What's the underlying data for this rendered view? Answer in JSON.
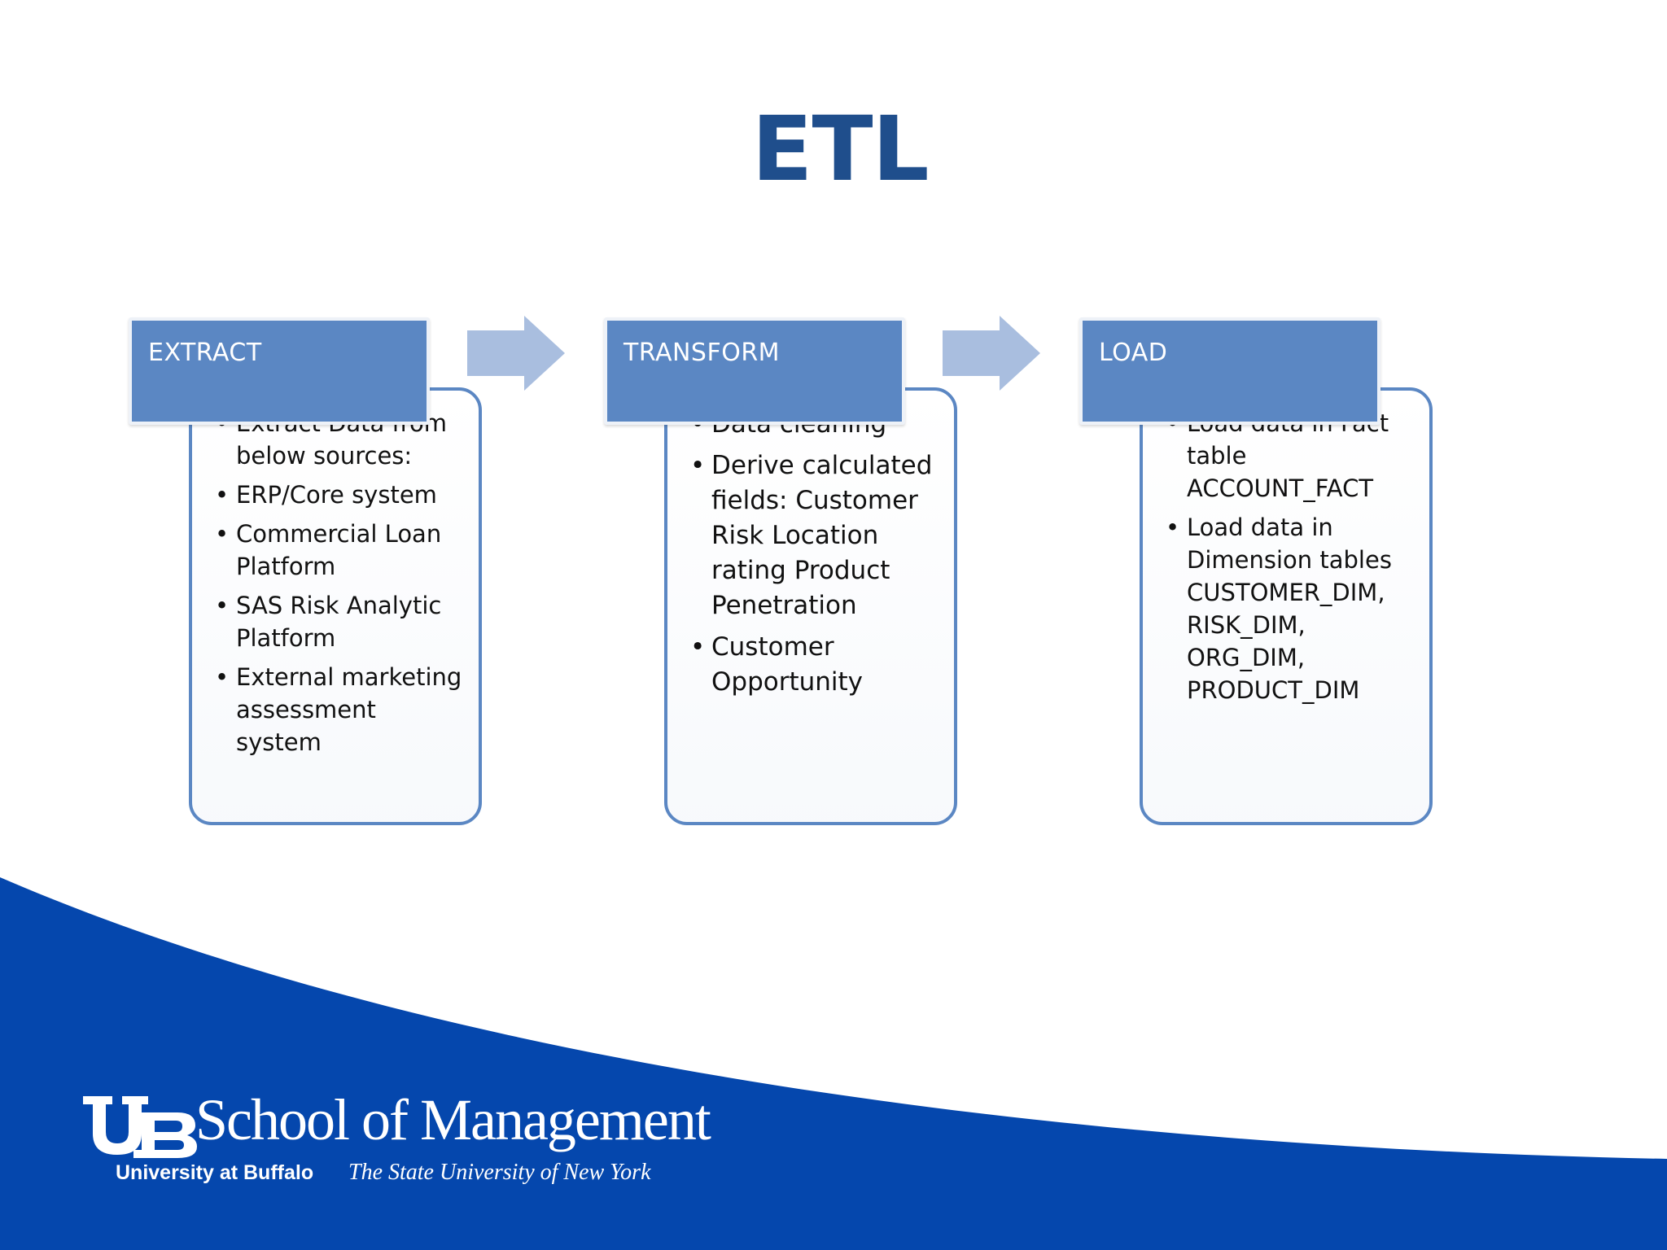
{
  "slide": {
    "title": "ETL"
  },
  "steps": [
    {
      "label": "EXTRACT",
      "bullets": [
        "Extract Data from below sources:",
        "ERP/Core system",
        "Commercial Loan Platform",
        "SAS Risk Analytic Platform",
        "External marketing assessment system"
      ]
    },
    {
      "label": "TRANSFORM",
      "bullets": [
        "Data cleaning",
        "Derive calculated fields: Customer Risk Location rating Product Penetration",
        "Customer Opportunity"
      ]
    },
    {
      "label": "LOAD",
      "bullets": [
        "Load data in Fact table ACCOUNT_FACT",
        "Load data in Dimension tables CUSTOMER_DIM, RISK_DIM, ORG_DIM, PRODUCT_DIM"
      ]
    }
  ],
  "footer": {
    "logo_name": "School of Management",
    "university": "University at Buffalo",
    "tagline": "The State University of New York",
    "brand_color": "#0547ad"
  },
  "colors": {
    "title": "#1f4e8c",
    "header_fill": "#5b87c3",
    "arrow_fill": "#a9bedf"
  }
}
